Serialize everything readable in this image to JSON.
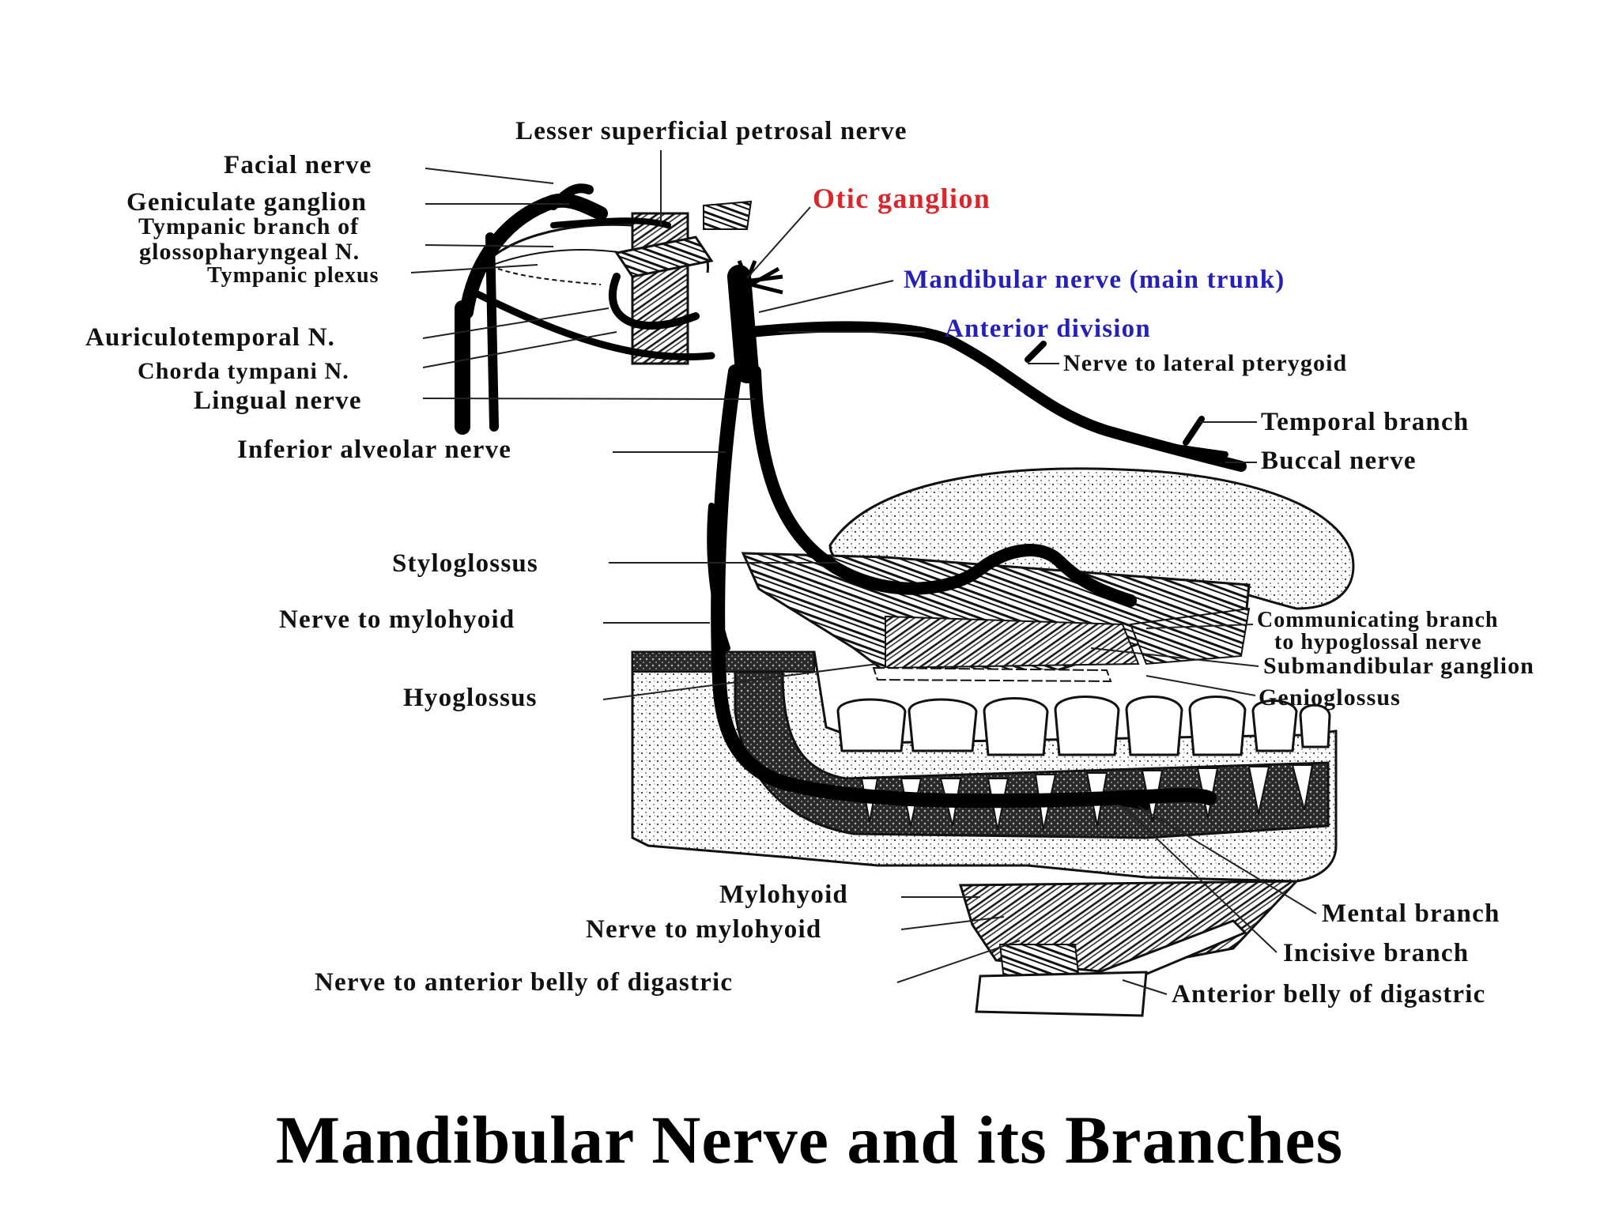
{
  "title": "Mandibular Nerve and its Branches",
  "labels": {
    "lesser_superficial_petrosal": "Lesser superficial petrosal nerve",
    "facial_nerve": "Facial nerve",
    "geniculate_ganglion": "Geniculate ganglion",
    "tympanic_branch_line1": "Tympanic branch of",
    "tympanic_branch_line2": "glossopharyngeal N.",
    "tympanic_plexus": "Tympanic plexus",
    "otic_ganglion": "Otic ganglion",
    "mandibular_main_trunk": "Mandibular nerve (main trunk)",
    "anterior_division": "Anterior division",
    "nerve_lateral_pterygoid": "Nerve to lateral pterygoid",
    "auriculotemporal": "Auriculotemporal N.",
    "chorda_tympani": "Chorda tympani N.",
    "lingual_nerve": "Lingual nerve",
    "inferior_alveolar": "Inferior alveolar nerve",
    "temporal_branch": "Temporal branch",
    "buccal_nerve": "Buccal nerve",
    "styloglossus": "Styloglossus",
    "nerve_to_mylohyoid_upper": "Nerve to mylohyoid",
    "communicating_line1": "Communicating branch",
    "communicating_line2": "to hypoglossal nerve",
    "submandibular_ganglion": "Submandibular ganglion",
    "hyoglossus": "Hyoglossus",
    "genioglossus": "Genioglossus",
    "mylohyoid": "Mylohyoid",
    "nerve_to_mylohyoid_lower": "Nerve to mylohyoid",
    "nerve_anterior_belly_digastric": "Nerve to anterior belly of digastric",
    "mental_branch": "Mental branch",
    "incisive_branch": "Incisive branch",
    "anterior_belly_digastric": "Anterior belly of digastric"
  },
  "colors": {
    "highlight_red": "#d8262b",
    "highlight_blue": "#2420b8",
    "ink": "#111111"
  }
}
